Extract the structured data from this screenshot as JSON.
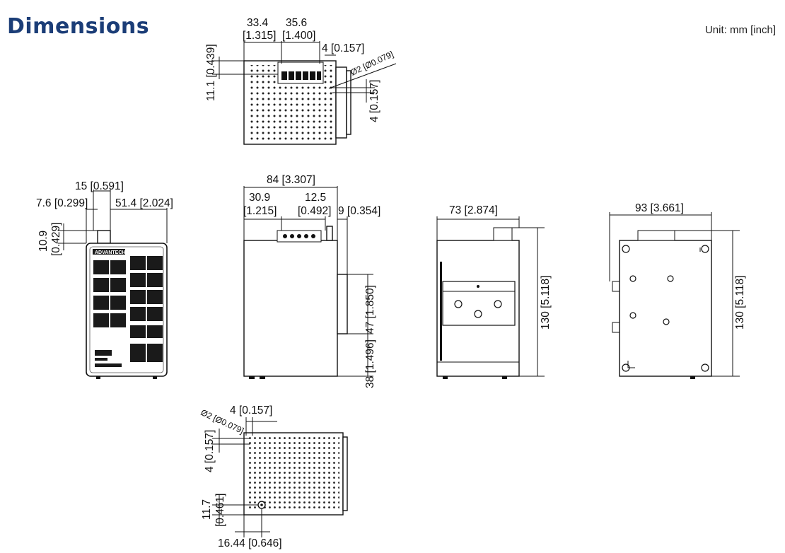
{
  "header": {
    "title": "Dimensions",
    "unit": "Unit: mm [inch]"
  },
  "colors": {
    "title": "#1b3d77",
    "line": "#111111",
    "panel": "#1a1a1a"
  },
  "top_view": {
    "d1_mm": "33.4",
    "d1_in": "[1.315]",
    "d2_mm": "35.6",
    "d2_in": "[1.400]",
    "d3": "4 [0.157]",
    "d4": "Ø2 [Ø0.079]",
    "d5": "11.1 [0.439]",
    "d6": "4 [0.157]"
  },
  "front_view": {
    "d1": "15 [0.591]",
    "d2": "7.6 [0.299]",
    "d3": "51.4 [2.024]",
    "d4_mm": "10.9",
    "d4_in": "[0.429]",
    "brand": "ADVANTECH"
  },
  "side_view": {
    "d1": "84 [3.307]",
    "d2_mm": "30.9",
    "d2_in": "[1.215]",
    "d3_mm": "12.5",
    "d3_in": "[0.492]",
    "d4": "9 [0.354]",
    "d5": "47 [1.850]",
    "d6": "38 [1.496]"
  },
  "rear_view": {
    "d1": "73 [2.874]",
    "d2": "130 [5.118]"
  },
  "side2_view": {
    "d1": "93 [3.661]",
    "d2": "130 [5.118]"
  },
  "bottom_view": {
    "d1": "4 [0.157]",
    "d2": "Ø2 [Ø0.079]",
    "d3": "4 [0.157]",
    "d4_mm": "11.7",
    "d4_in": "[0.461]",
    "d5": "16.44 [0.646]"
  }
}
